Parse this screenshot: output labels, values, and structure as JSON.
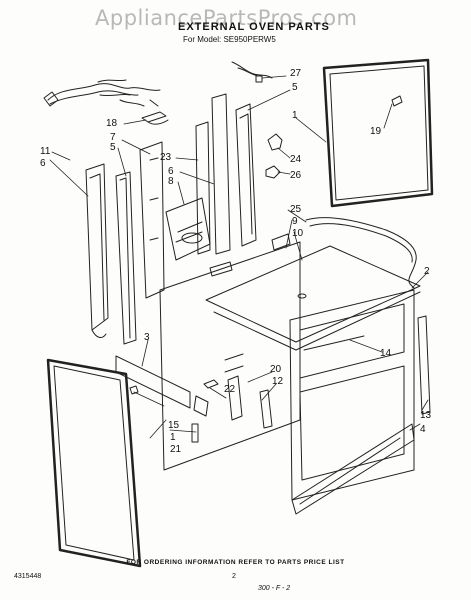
{
  "header": {
    "watermark": "AppliancePartsPros.com",
    "title": "EXTERNAL OVEN PARTS",
    "subtitle": "For Model: SE950PERW5"
  },
  "footer": {
    "ordering_note": "FOR ORDERING INFORMATION REFER TO PARTS PRICE LIST",
    "doc_number": "4315448",
    "page_number": "2",
    "sheet_ref": "300 - F - 2"
  },
  "callouts": [
    "27",
    "5",
    "1",
    "19",
    "18",
    "7",
    "5",
    "11",
    "6",
    "23",
    "6",
    "8",
    "24",
    "26",
    "25",
    "9",
    "10",
    "2",
    "14",
    "3",
    "20",
    "12",
    "22",
    "15",
    "1",
    "21",
    "13",
    "4"
  ]
}
